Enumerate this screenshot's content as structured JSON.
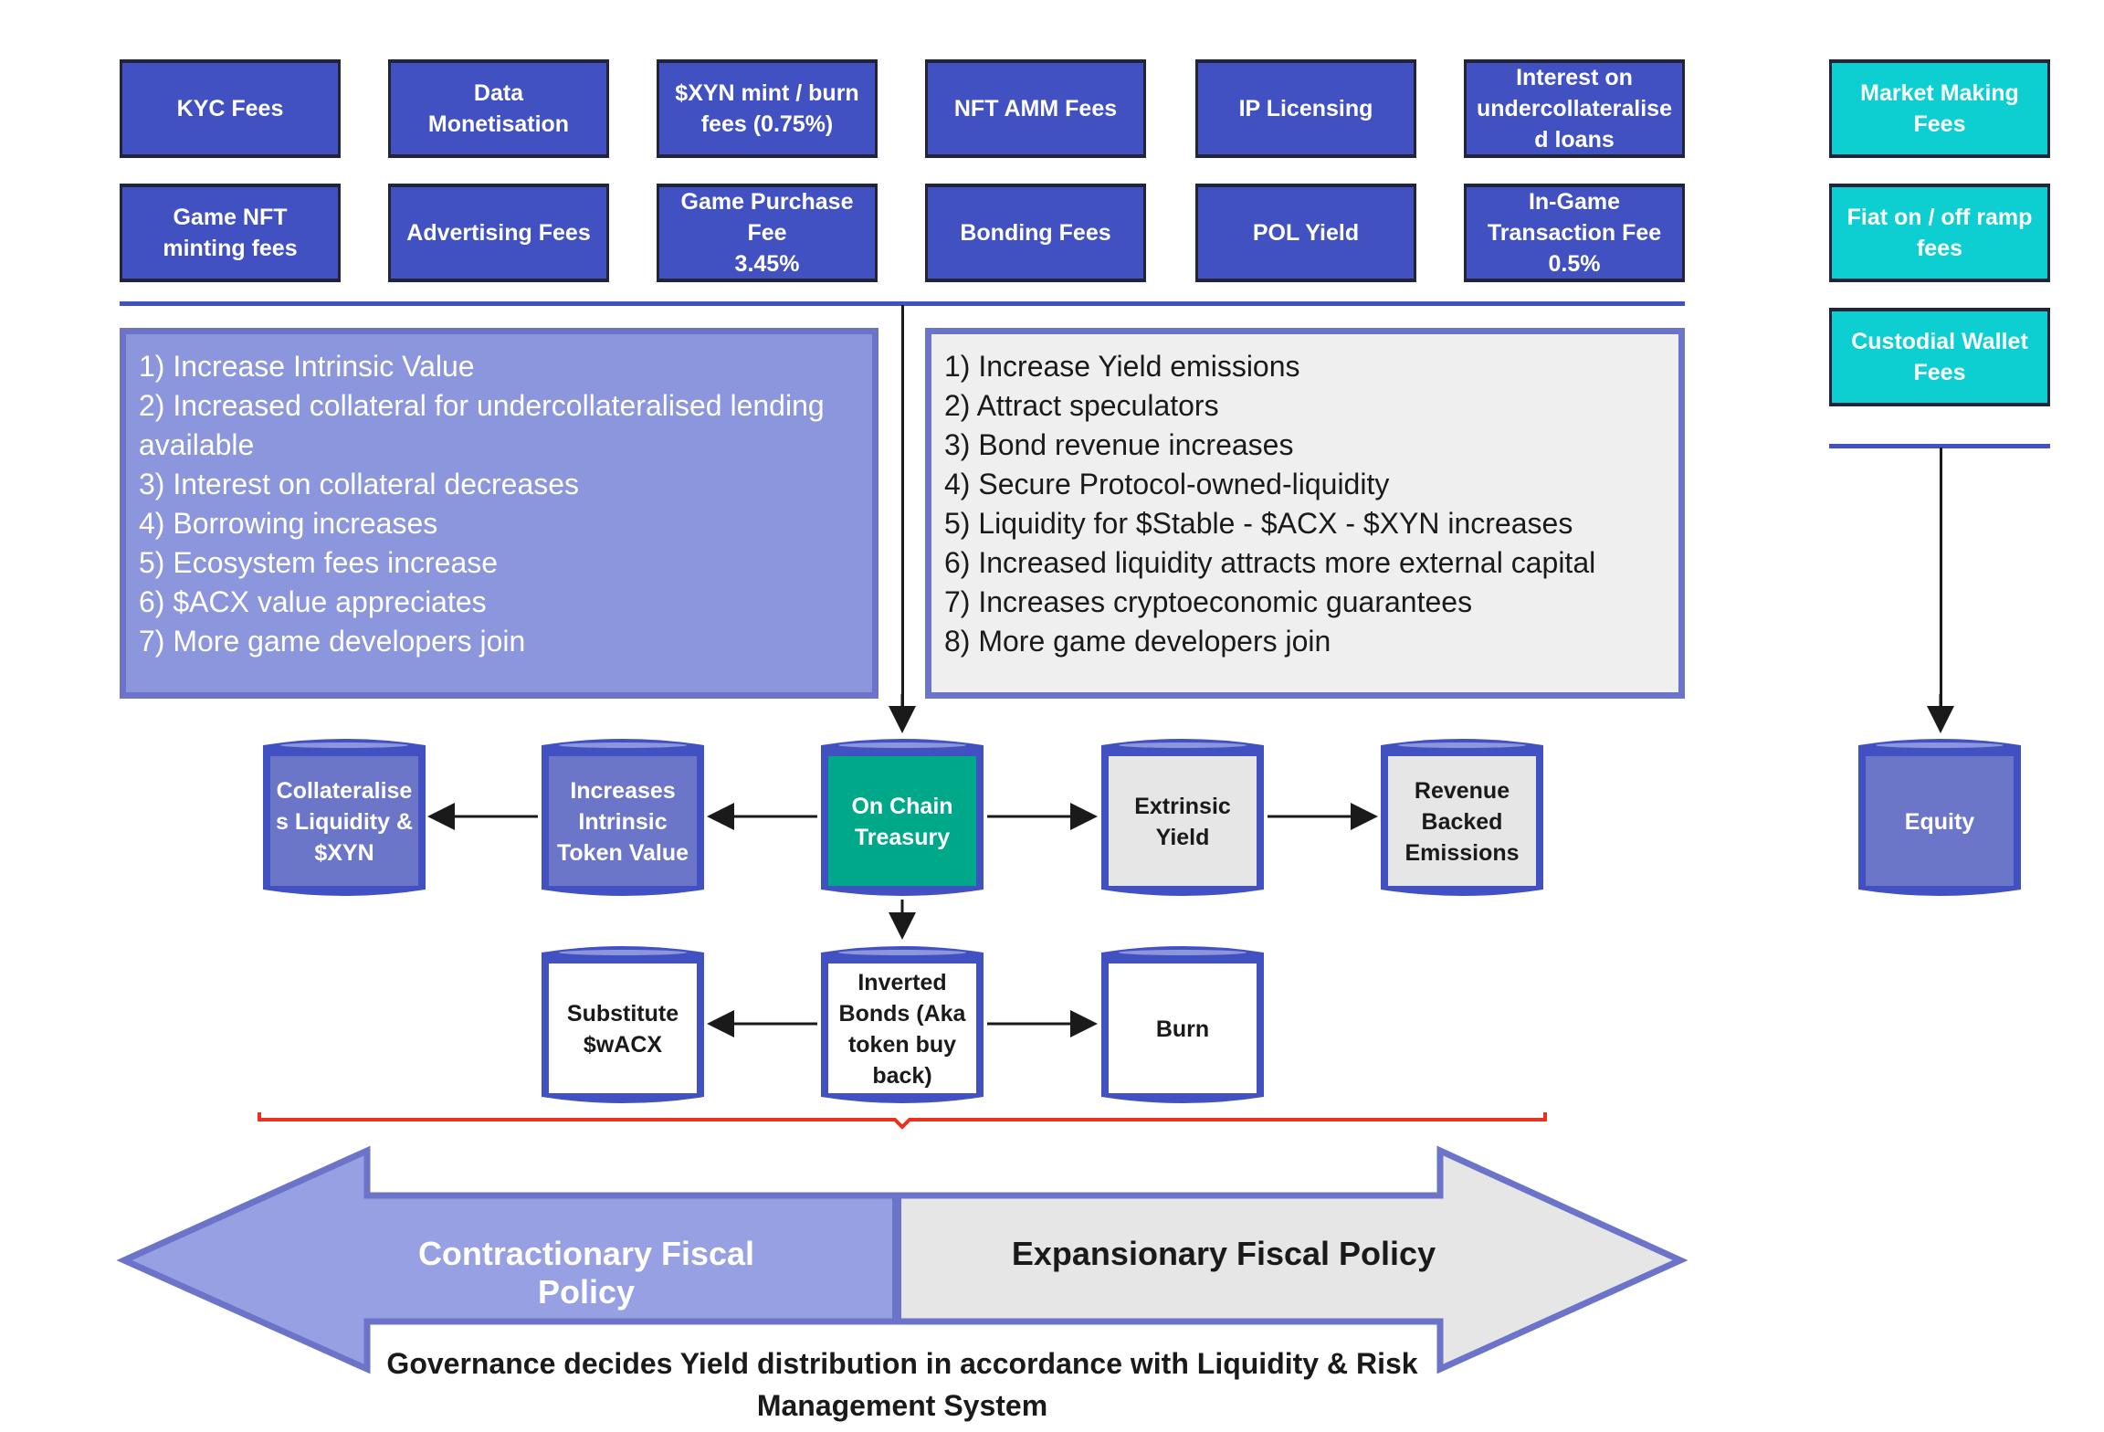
{
  "fees_top": [
    "KYC Fees",
    "Data\nMonetisation",
    "$XYN mint / burn\nfees (0.75%)",
    "NFT AMM Fees",
    "IP Licensing",
    "Interest on\nundercollateralise\nd loans"
  ],
  "fees_bottom": [
    "Game NFT\nminting fees",
    "Advertising Fees",
    "Game Purchase\nFee\n3.45%",
    "Bonding Fees",
    "POL Yield",
    "In-Game\nTransaction Fee\n0.5%"
  ],
  "fees_right": [
    "Market Making\nFees",
    "Fiat on / off ramp\nfees",
    "Custodial Wallet\nFees"
  ],
  "contractionary_list": [
    "1) Increase Intrinsic Value",
    "2) Increased collateral for undercollateralised lending available",
    "3) Interest on collateral decreases",
    "4) Borrowing increases",
    "5) Ecosystem fees increase",
    "6) $ACX value appreciates",
    "7) More game developers join"
  ],
  "expansionary_list": [
    "1) Increase Yield emissions",
    "2) Attract speculators",
    "3) Bond revenue increases",
    "4) Secure Protocol-owned-liquidity",
    "5) Liquidity for $Stable - $ACX - $XYN increases",
    "6) Increased liquidity attracts more external capital",
    "7) Increases cryptoeconomic guarantees",
    "8) More game developers join"
  ],
  "cylinders": {
    "collateralises": "Collateralise\ns Liquidity &\n$XYN",
    "intrinsic": "Increases\nIntrinsic\nToken Value",
    "treasury": "On Chain\nTreasury",
    "extrinsic": "Extrinsic\nYield",
    "revenue": "Revenue\nBacked\nEmissions",
    "substitute": "Substitute\n$wACX",
    "inverted": "Inverted\nBonds (Aka\ntoken buy\nback)",
    "burn": "Burn",
    "equity": "Equity"
  },
  "policy": {
    "contractionary": "Contractionary Fiscal Policy",
    "expansionary": "Expansionary Fiscal Policy"
  },
  "governance": "Governance decides Yield distribution in accordance with Liquidity & Risk Management System",
  "colors": {
    "fee_box": "#4251c1",
    "right_fee_box": "#0dcfd2",
    "treasury": "#00a88a",
    "contractionary": "#8c96dc",
    "expansionary": "#e6e6e6",
    "bracket_bottom": "#e8321e"
  }
}
